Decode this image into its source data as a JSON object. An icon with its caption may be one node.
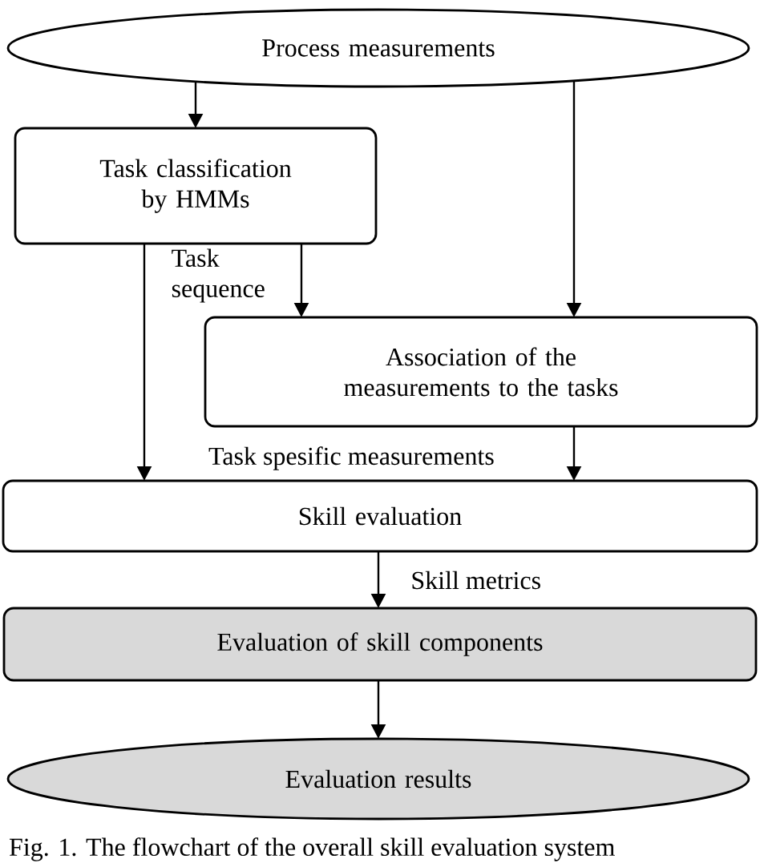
{
  "diagram": {
    "caption": "Fig. 1. The flowchart of the overall skill evaluation system",
    "nodes": [
      {
        "text": [
          "Process measurements"
        ]
      },
      {
        "text": [
          "Task classification by HMMs"
        ]
      },
      {
        "text": [
          "Association of the measurements to the tasks"
        ]
      },
      {
        "text": [
          "Skill evaluation"
        ]
      },
      {
        "text": [
          "Evaluation of skill components"
        ]
      },
      {
        "text": [
          "Evaluation results"
        ]
      }
    ],
    "edges": [
      {
        "from": 0,
        "to": 1,
        "arrow": "to"
      },
      {
        "from": 0,
        "to": 2,
        "arrow": "to"
      },
      {
        "from": 1,
        "to": 2,
        "arrow": "to",
        "label": "Task sequence"
      },
      {
        "from": 1,
        "to": 3,
        "arrow": "to"
      },
      {
        "from": 2,
        "to": 3,
        "arrow": "to",
        "label": "Task spesific measurements"
      },
      {
        "from": 3,
        "to": 4,
        "arrow": "to",
        "label": "Skill metrics"
      },
      {
        "from": 4,
        "to": 5,
        "arrow": "to"
      }
    ]
  }
}
